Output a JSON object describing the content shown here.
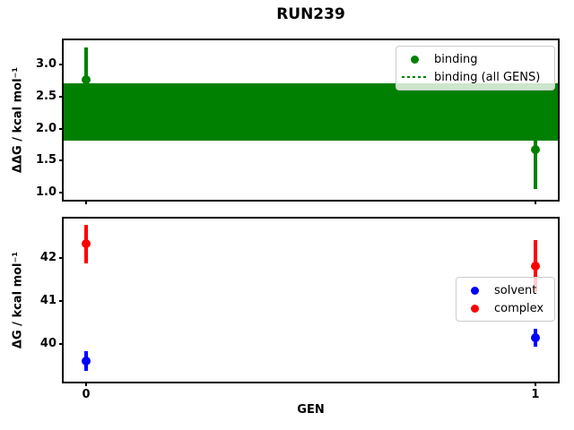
{
  "figure": {
    "title": "RUN239",
    "xlabel": "GEN",
    "background": "#ffffff"
  },
  "chart_data": [
    {
      "type": "scatter",
      "panel": "top",
      "ylabel": "ΔΔG / kcal mol⁻¹",
      "xlim": [
        -0.05,
        1.05
      ],
      "ylim": [
        0.89,
        3.38
      ],
      "yticks": [
        1.0,
        1.5,
        2.0,
        2.5,
        3.0
      ],
      "ytick_labels": [
        "1.0",
        "1.5",
        "2.0",
        "2.5",
        "3.0"
      ],
      "xticks": [
        0,
        1
      ],
      "xtick_labels": [
        "",
        ""
      ],
      "grid": false,
      "series": [
        {
          "name": "binding",
          "color": "#008000",
          "x": [
            0,
            1
          ],
          "y": [
            2.76,
            1.67
          ],
          "yerr": [
            0.51,
            0.61
          ]
        }
      ],
      "band": {
        "label": "binding (all GENS)",
        "color": "#008000",
        "lo": 1.81,
        "hi": 2.71,
        "center": 2.26
      },
      "legend": {
        "position": "upper right",
        "items": [
          {
            "label": "binding",
            "marker": "dot",
            "color": "#008000"
          },
          {
            "label": "binding (all GENS)",
            "marker": "dotted-line",
            "color": "#008000"
          }
        ]
      }
    },
    {
      "type": "scatter",
      "panel": "bottom",
      "ylabel": "ΔG / kcal mol⁻¹",
      "xlabel": "GEN",
      "xlim": [
        -0.05,
        1.05
      ],
      "ylim": [
        39.12,
        42.92
      ],
      "yticks": [
        40,
        41,
        42
      ],
      "ytick_labels": [
        "40",
        "41",
        "42"
      ],
      "xticks": [
        0,
        1
      ],
      "xtick_labels": [
        "0",
        "1"
      ],
      "grid": false,
      "series": [
        {
          "name": "solvent",
          "color": "#0000ff",
          "x": [
            0,
            1
          ],
          "y": [
            39.6,
            40.15
          ],
          "yerr": [
            0.22,
            0.21
          ]
        },
        {
          "name": "complex",
          "color": "#ff0000",
          "x": [
            0,
            1
          ],
          "y": [
            42.33,
            41.81
          ],
          "yerr": [
            0.45,
            0.6
          ]
        }
      ],
      "legend": {
        "position": "center right",
        "items": [
          {
            "label": "solvent",
            "marker": "dot",
            "color": "#0000ff"
          },
          {
            "label": "complex",
            "marker": "dot",
            "color": "#ff0000"
          }
        ]
      }
    }
  ]
}
